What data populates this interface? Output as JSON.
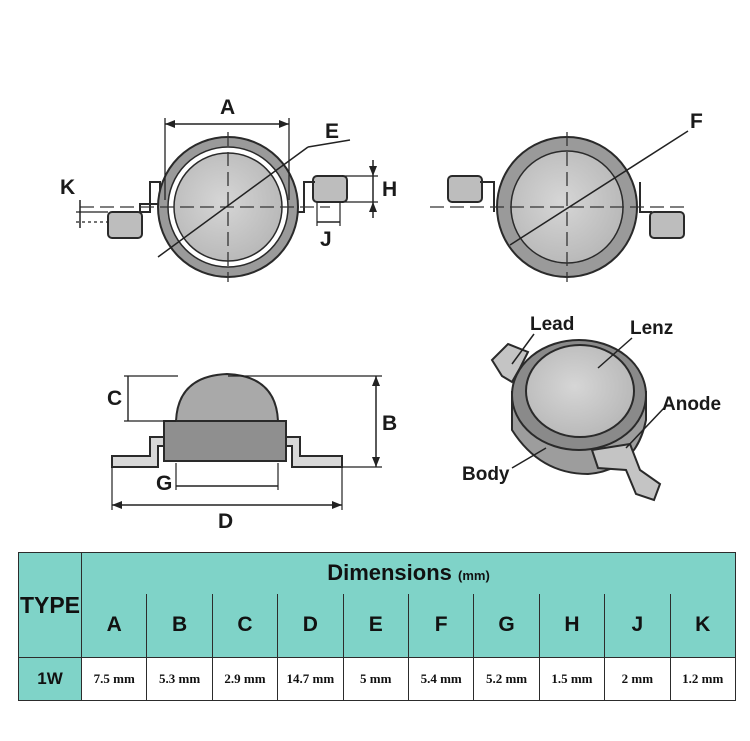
{
  "labels": {
    "A": "A",
    "B": "B",
    "C": "C",
    "D": "D",
    "E": "E",
    "F": "F",
    "G": "G",
    "H": "H",
    "J": "J",
    "K": "K"
  },
  "parts": {
    "lead": "Lead",
    "lenz": "Lenz",
    "anode": "Anode",
    "body": "Body"
  },
  "colors": {
    "table_header": "#7fd3c8",
    "lens_fill": "#c9c9c9",
    "body_fill": "#9a9a9a",
    "outline": "#2a2a2a"
  },
  "table": {
    "type_header": "TYPE",
    "title": "Dimensions",
    "unit": "(mm)",
    "columns": [
      "A",
      "B",
      "C",
      "D",
      "E",
      "F",
      "G",
      "H",
      "J",
      "K"
    ],
    "rows": [
      {
        "type": "1W",
        "values": [
          "7.5 mm",
          "5.3 mm",
          "2.9 mm",
          "14.7 mm",
          "5 mm",
          "5.4 mm",
          "5.2 mm",
          "1.5 mm",
          "2 mm",
          "1.2 mm"
        ]
      }
    ]
  }
}
